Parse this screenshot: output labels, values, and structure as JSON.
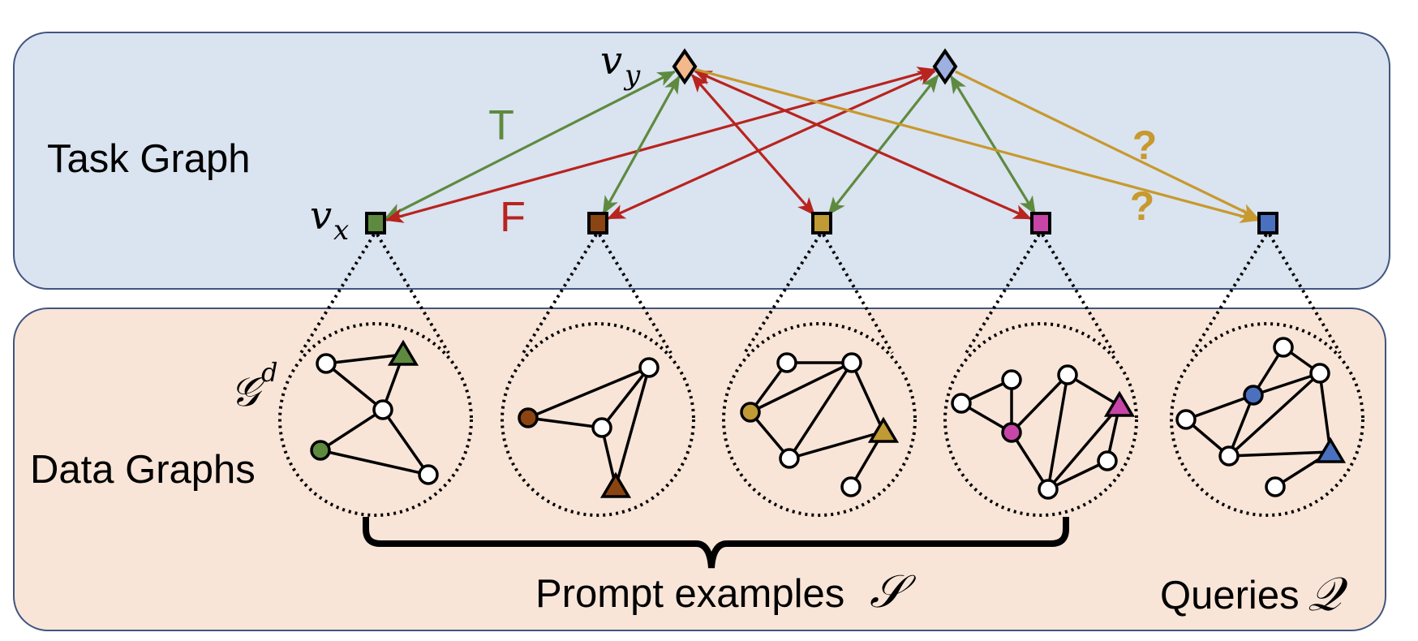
{
  "regions": {
    "task_graph": {
      "label": "Task Graph",
      "fill": "#DAE3F0",
      "stroke": "#41557F"
    },
    "data_graphs": {
      "label": "Data Graphs",
      "fill": "#F8E5D8",
      "stroke": "#41557F"
    }
  },
  "labels": {
    "vx": "v",
    "vx_sub": "x",
    "vy": "v",
    "vy_sub": "y",
    "true_edge": "T",
    "false_edge": "F",
    "unknown_edge_1": "?",
    "unknown_edge_2": "?",
    "data_graph_symbol": "𝒢",
    "data_graph_sup": "d",
    "prompt_examples": "Prompt examples",
    "prompt_symbol": "𝒮",
    "queries": "Queries",
    "queries_symbol": "𝒬"
  },
  "colors": {
    "true": "#5E8A3F",
    "false": "#B8241F",
    "unknown": "#C7992E",
    "green": "#5E8A3F",
    "brown": "#8B4513",
    "gold": "#C09A35",
    "pink": "#C845A8",
    "blue": "#4A70C0",
    "label_orange": "#F4B98A",
    "label_blue": "#9DB0DF"
  },
  "task_graph": {
    "label_nodes": [
      {
        "id": "label-0",
        "color_key": "label_orange",
        "is_vy": true
      },
      {
        "id": "label-1",
        "color_key": "label_blue",
        "is_vy": false
      }
    ],
    "data_nodes": [
      {
        "id": "dg-green",
        "color_key": "green",
        "role": "prompt",
        "is_vx": true
      },
      {
        "id": "dg-brown",
        "color_key": "brown",
        "role": "prompt",
        "is_vx": false
      },
      {
        "id": "dg-gold",
        "color_key": "gold",
        "role": "prompt",
        "is_vx": false
      },
      {
        "id": "dg-pink",
        "color_key": "pink",
        "role": "prompt",
        "is_vx": false
      },
      {
        "id": "dg-blue",
        "color_key": "blue",
        "role": "query",
        "is_vx": false
      }
    ],
    "edges": [
      {
        "from": "dg-green",
        "to": "label-0",
        "type": "true"
      },
      {
        "from": "dg-green",
        "to": "label-1",
        "type": "false"
      },
      {
        "from": "dg-brown",
        "to": "label-0",
        "type": "true"
      },
      {
        "from": "dg-brown",
        "to": "label-1",
        "type": "false"
      },
      {
        "from": "dg-gold",
        "to": "label-0",
        "type": "false"
      },
      {
        "from": "dg-gold",
        "to": "label-1",
        "type": "true"
      },
      {
        "from": "dg-pink",
        "to": "label-0",
        "type": "false"
      },
      {
        "from": "dg-pink",
        "to": "label-1",
        "type": "true"
      },
      {
        "from": "label-0",
        "to": "dg-blue",
        "type": "unknown"
      },
      {
        "from": "label-1",
        "to": "dg-blue",
        "type": "unknown"
      }
    ]
  },
  "data_graphs": [
    {
      "color_key": "green",
      "nodes": [
        {
          "kind": "plain"
        },
        {
          "kind": "triangle"
        },
        {
          "kind": "plain"
        },
        {
          "kind": "circle"
        },
        {
          "kind": "plain"
        }
      ],
      "edges": [
        [
          0,
          1
        ],
        [
          0,
          2
        ],
        [
          1,
          2
        ],
        [
          2,
          3
        ],
        [
          2,
          4
        ],
        [
          3,
          4
        ]
      ]
    },
    {
      "color_key": "brown",
      "nodes": [
        {
          "kind": "plain"
        },
        {
          "kind": "circle"
        },
        {
          "kind": "plain"
        },
        {
          "kind": "triangle"
        }
      ],
      "edges": [
        [
          1,
          0
        ],
        [
          1,
          2
        ],
        [
          2,
          0
        ],
        [
          2,
          3
        ],
        [
          0,
          3
        ]
      ]
    },
    {
      "color_key": "gold",
      "nodes": [
        {
          "kind": "plain"
        },
        {
          "kind": "plain"
        },
        {
          "kind": "circle"
        },
        {
          "kind": "plain"
        },
        {
          "kind": "triangle"
        },
        {
          "kind": "plain"
        }
      ],
      "edges": [
        [
          0,
          1
        ],
        [
          0,
          2
        ],
        [
          2,
          1
        ],
        [
          2,
          3
        ],
        [
          3,
          1
        ],
        [
          1,
          4
        ],
        [
          3,
          4
        ],
        [
          4,
          5
        ]
      ]
    },
    {
      "color_key": "pink",
      "nodes": [
        {
          "kind": "plain"
        },
        {
          "kind": "plain"
        },
        {
          "kind": "plain"
        },
        {
          "kind": "circle"
        },
        {
          "kind": "triangle"
        },
        {
          "kind": "plain"
        },
        {
          "kind": "plain"
        }
      ],
      "edges": [
        [
          0,
          1
        ],
        [
          0,
          3
        ],
        [
          1,
          3
        ],
        [
          3,
          2
        ],
        [
          3,
          6
        ],
        [
          2,
          6
        ],
        [
          2,
          4
        ],
        [
          6,
          4
        ],
        [
          6,
          5
        ],
        [
          5,
          4
        ]
      ]
    },
    {
      "color_key": "blue",
      "nodes": [
        {
          "kind": "plain"
        },
        {
          "kind": "plain"
        },
        {
          "kind": "circle"
        },
        {
          "kind": "plain"
        },
        {
          "kind": "plain"
        },
        {
          "kind": "triangle"
        },
        {
          "kind": "plain"
        }
      ],
      "edges": [
        [
          0,
          2
        ],
        [
          0,
          1
        ],
        [
          2,
          1
        ],
        [
          2,
          3
        ],
        [
          2,
          4
        ],
        [
          3,
          4
        ],
        [
          4,
          1
        ],
        [
          4,
          5
        ],
        [
          1,
          5
        ],
        [
          5,
          6
        ]
      ]
    }
  ]
}
